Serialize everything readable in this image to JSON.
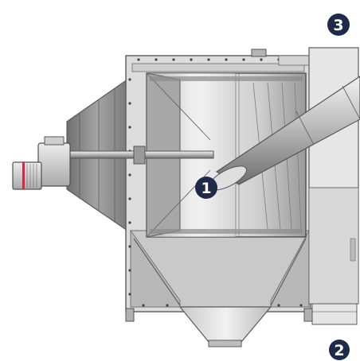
{
  "diagram": {
    "callouts": [
      {
        "id": "1",
        "label": "1"
      },
      {
        "id": "2",
        "label": "2"
      },
      {
        "id": "3",
        "label": "3"
      }
    ],
    "colors": {
      "callout_fill": "#1f2a4a",
      "callout_text": "#ffffff",
      "frame_light": "#e9e9e9",
      "frame_mid": "#bdbdbd",
      "panel_dark": "#8f8f8f",
      "outline": "#5a5a5a",
      "motor_accent": "#c0304a"
    }
  }
}
